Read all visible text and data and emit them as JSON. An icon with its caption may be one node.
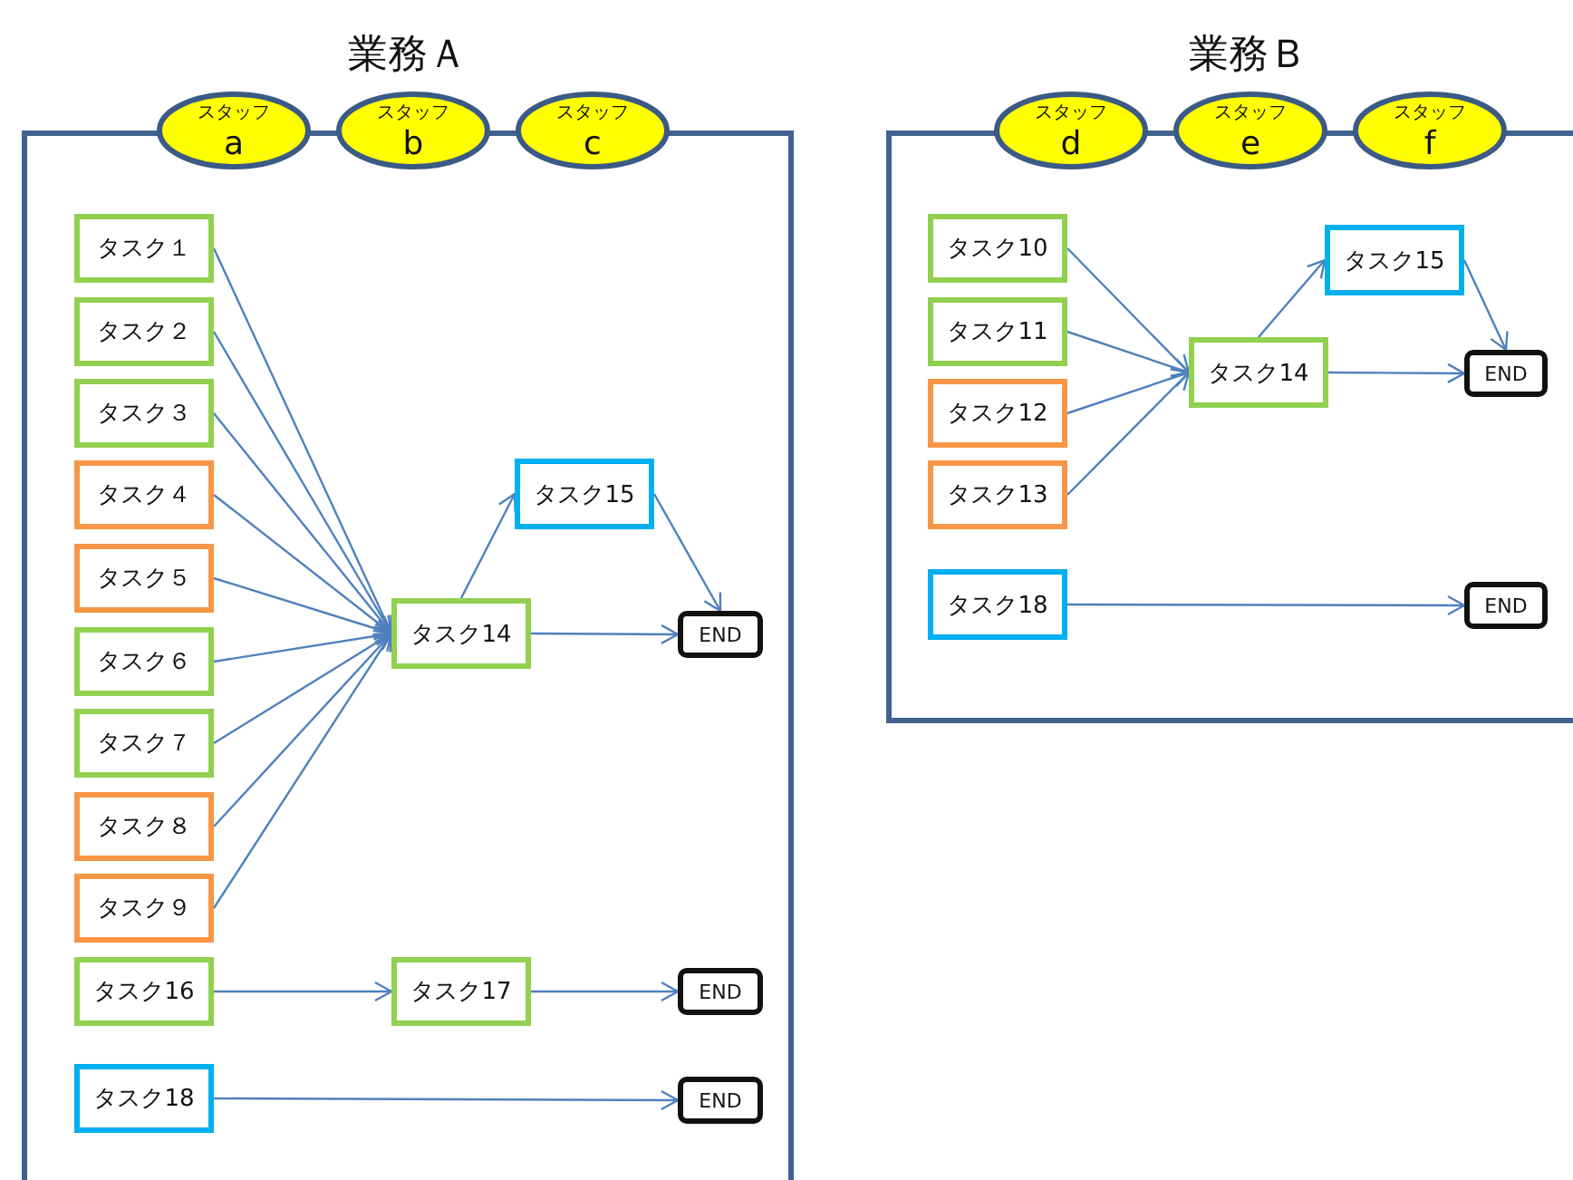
{
  "diagram": {
    "nodes": [
      {
        "text": [
          "業務Ａ"
        ]
      },
      {
        "text": [
          "スタッフ",
          "a"
        ]
      },
      {
        "text": [
          "スタッフ",
          "b"
        ]
      },
      {
        "text": [
          "スタッフ",
          "c"
        ]
      },
      {
        "text": [
          "タスク１"
        ],
        "in": 0
      },
      {
        "text": [
          "タスク２"
        ],
        "in": 0
      },
      {
        "text": [
          "タスク３"
        ],
        "in": 0
      },
      {
        "text": [
          "タスク４"
        ],
        "in": 0
      },
      {
        "text": [
          "タスク５"
        ],
        "in": 0
      },
      {
        "text": [
          "タスク６"
        ],
        "in": 0
      },
      {
        "text": [
          "タスク７"
        ],
        "in": 0
      },
      {
        "text": [
          "タスク８"
        ],
        "in": 0
      },
      {
        "text": [
          "タスク９"
        ],
        "in": 0
      },
      {
        "text": [
          "タスク14"
        ],
        "in": 0
      },
      {
        "text": [
          "タスク15"
        ],
        "in": 0
      },
      {
        "text": [
          "END"
        ],
        "in": 0
      },
      {
        "text": [
          "タスク16"
        ],
        "in": 0
      },
      {
        "text": [
          "タスク17"
        ],
        "in": 0
      },
      {
        "text": [
          "END"
        ],
        "in": 0
      },
      {
        "text": [
          "タスク18"
        ],
        "in": 0
      },
      {
        "text": [
          "END"
        ],
        "in": 0
      },
      {
        "text": [
          "業務Ｂ"
        ]
      },
      {
        "text": [
          "スタッフ",
          "d"
        ]
      },
      {
        "text": [
          "スタッフ",
          "e"
        ]
      },
      {
        "text": [
          "スタッフ",
          "f"
        ]
      },
      {
        "text": [
          "タスク10"
        ],
        "in": 21
      },
      {
        "text": [
          "タスク11"
        ],
        "in": 21
      },
      {
        "text": [
          "タスク12"
        ],
        "in": 21
      },
      {
        "text": [
          "タスク13"
        ],
        "in": 21
      },
      {
        "text": [
          "タスク14"
        ],
        "in": 21
      },
      {
        "text": [
          "タスク15"
        ],
        "in": 21
      },
      {
        "text": [
          "END"
        ],
        "in": 21
      },
      {
        "text": [
          "タスク18"
        ],
        "in": 21
      },
      {
        "text": [
          "END"
        ],
        "in": 21
      }
    ],
    "edges": [
      {
        "from": 4,
        "to": 13,
        "arrow": "to"
      },
      {
        "from": 5,
        "to": 13,
        "arrow": "to"
      },
      {
        "from": 6,
        "to": 13,
        "arrow": "to"
      },
      {
        "from": 7,
        "to": 13,
        "arrow": "to"
      },
      {
        "from": 8,
        "to": 13,
        "arrow": "to"
      },
      {
        "from": 9,
        "to": 13,
        "arrow": "to"
      },
      {
        "from": 10,
        "to": 13,
        "arrow": "to"
      },
      {
        "from": 11,
        "to": 13,
        "arrow": "to"
      },
      {
        "from": 12,
        "to": 13,
        "arrow": "to"
      },
      {
        "from": 13,
        "to": 14,
        "arrow": "to"
      },
      {
        "from": 14,
        "to": 15,
        "arrow": "to"
      },
      {
        "from": 13,
        "to": 15,
        "arrow": "to"
      },
      {
        "from": 16,
        "to": 17,
        "arrow": "to"
      },
      {
        "from": 17,
        "to": 18,
        "arrow": "to"
      },
      {
        "from": 19,
        "to": 20,
        "arrow": "to"
      },
      {
        "from": 25,
        "to": 29,
        "arrow": "to"
      },
      {
        "from": 26,
        "to": 29,
        "arrow": "to"
      },
      {
        "from": 27,
        "to": 29,
        "arrow": "to"
      },
      {
        "from": 28,
        "to": 29,
        "arrow": "to"
      },
      {
        "from": 29,
        "to": 30,
        "arrow": "to"
      },
      {
        "from": 30,
        "to": 31,
        "arrow": "to"
      },
      {
        "from": 29,
        "to": 31,
        "arrow": "to"
      },
      {
        "from": 32,
        "to": 33,
        "arrow": "to"
      }
    ]
  }
}
